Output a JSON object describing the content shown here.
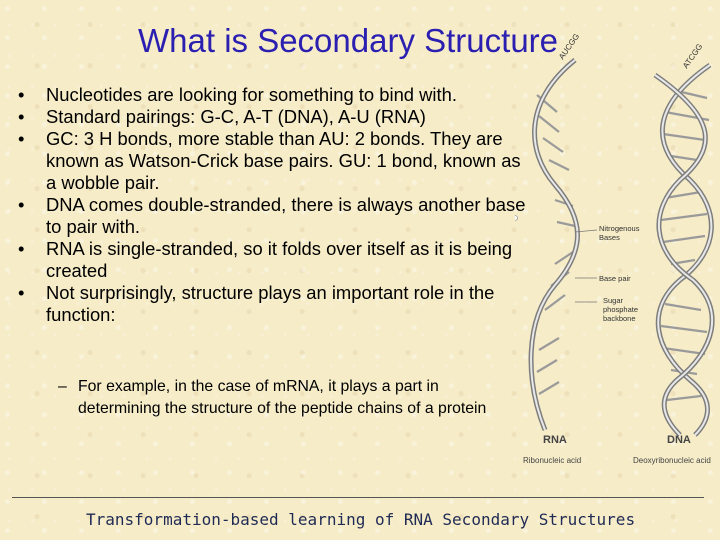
{
  "title": "What is Secondary Structure",
  "bullets": [
    "Nucleotides are looking for something to bind with.",
    "Standard pairings: G-C, A-T (DNA), A-U (RNA)",
    "GC: 3 H bonds, more stable than AU:  2 bonds. They are known as Watson-Crick base pairs. GU: 1 bond, known as a wobble pair.",
    "DNA comes double-stranded, there is always another base to pair with.",
    "RNA is single-stranded, so it folds over itself as it is being created",
    "Not surprisingly, structure plays an important role in the function:"
  ],
  "bullet_marker": "•",
  "sub_bullets": [
    "For example, in the case of mRNA, it plays a part in determining the structure of the peptide chains of a protein"
  ],
  "sub_marker": "–",
  "figure": {
    "seq_rna": "AUCGG",
    "seq_dna": "ATCGG",
    "label_nitrogenous": "Nitrogenous\nBases",
    "label_base_pair": "Base pair",
    "label_backbone": "Sugar\nphosphate\nbackbone",
    "rna_title": "RNA",
    "rna_subtitle": "Ribonucleic acid",
    "dna_title": "DNA",
    "dna_subtitle": "Deoxyribonucleic acid"
  },
  "footer": "Transformation-based learning of RNA Secondary Structures"
}
